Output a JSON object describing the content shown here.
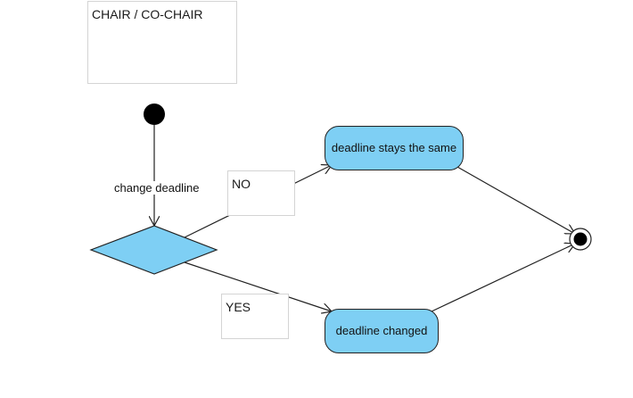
{
  "diagram": {
    "type": "activity-diagram",
    "partition_label": "CHAIR / CO-CHAIR",
    "transition_label": "change deadline",
    "decision_no_label": "NO",
    "decision_yes_label": "YES",
    "state_no": "deadline stays the same",
    "state_yes": "deadline changed",
    "nodes": [
      "initial-node",
      "decision-node",
      "deadline-stays-state",
      "deadline-changed-state",
      "final-node"
    ],
    "edges": [
      {
        "from": "initial-node",
        "to": "decision-node",
        "label": "change deadline"
      },
      {
        "from": "decision-node",
        "to": "deadline-stays-state",
        "label": "NO"
      },
      {
        "from": "decision-node",
        "to": "deadline-changed-state",
        "label": "YES"
      },
      {
        "from": "deadline-stays-state",
        "to": "final-node"
      },
      {
        "from": "deadline-changed-state",
        "to": "final-node"
      }
    ],
    "colors": {
      "node_fill": "#7ecff4",
      "stroke": "#222222",
      "note_border": "#d4d4d4"
    }
  }
}
